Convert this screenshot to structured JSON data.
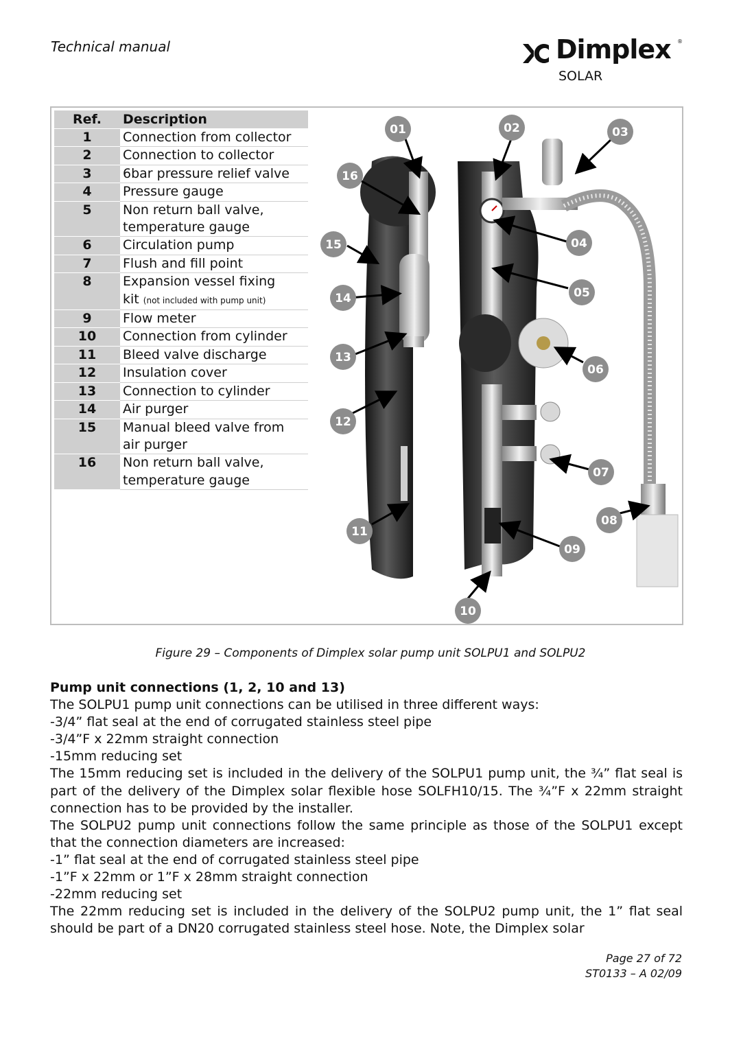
{
  "header": {
    "title": "Technical manual",
    "brand": "Dimplex",
    "brand_sub": "SOLAR"
  },
  "table": {
    "col_ref": "Ref.",
    "col_desc": "Description",
    "rows": [
      {
        "ref": "1",
        "desc": "Connection from collector",
        "desc2": "",
        "note": ""
      },
      {
        "ref": "2",
        "desc": "Connection to collector",
        "desc2": "",
        "note": ""
      },
      {
        "ref": "3",
        "desc": "6bar pressure relief valve",
        "desc2": "",
        "note": ""
      },
      {
        "ref": "4",
        "desc": "Pressure gauge",
        "desc2": "",
        "note": ""
      },
      {
        "ref": "5",
        "desc": "Non return ball valve,",
        "desc2": "temperature gauge",
        "note": ""
      },
      {
        "ref": "6",
        "desc": "Circulation pump",
        "desc2": "",
        "note": ""
      },
      {
        "ref": "7",
        "desc": "Flush and fill point",
        "desc2": "",
        "note": ""
      },
      {
        "ref": "8",
        "desc": "Expansion vessel fixing",
        "desc2": "kit",
        "note": "(not included with pump unit)"
      },
      {
        "ref": "9",
        "desc": "Flow meter",
        "desc2": "",
        "note": ""
      },
      {
        "ref": "10",
        "desc": "Connection from cylinder",
        "desc2": "",
        "note": ""
      },
      {
        "ref": "11",
        "desc": "Bleed valve discharge",
        "desc2": "",
        "note": ""
      },
      {
        "ref": "12",
        "desc": "Insulation cover",
        "desc2": "",
        "note": ""
      },
      {
        "ref": "13",
        "desc": "Connection to cylinder",
        "desc2": "",
        "note": ""
      },
      {
        "ref": "14",
        "desc": "Air purger",
        "desc2": "",
        "note": ""
      },
      {
        "ref": "15",
        "desc": "Manual bleed valve from",
        "desc2": "air purger",
        "note": ""
      },
      {
        "ref": "16",
        "desc": "Non return ball valve,",
        "desc2": "temperature gauge",
        "note": ""
      }
    ]
  },
  "diagram": {
    "labels": [
      "01",
      "02",
      "03",
      "04",
      "05",
      "06",
      "07",
      "08",
      "09",
      "10",
      "11",
      "12",
      "13",
      "14",
      "15",
      "16"
    ]
  },
  "caption": "Figure 29 – Components of Dimplex solar pump unit SOLPU1 and SOLPU2",
  "section": {
    "heading": "Pump unit connections (1, 2, 10 and 13)",
    "p1": "The SOLPU1 pump unit connections can be utilised in three different ways:",
    "list1": [
      "-3/4” flat seal at the end of corrugated stainless steel pipe",
      "-3/4”F x 22mm straight connection",
      "-15mm reducing set"
    ],
    "p2": "The 15mm reducing set is included in the delivery of the SOLPU1 pump unit, the ¾” flat seal is part of the delivery of the Dimplex solar flexible hose SOLFH10/15. The ¾”F x 22mm straight connection has to be provided by the installer.",
    "p3": "The SOLPU2 pump unit connections follow the same principle as those of the SOLPU1 except that the connection diameters are increased:",
    "list2": [
      "-1” flat seal at the end of corrugated stainless steel pipe",
      "-1”F x 22mm or 1”F x 28mm straight connection",
      "-22mm reducing set"
    ],
    "p4": "The 22mm reducing set is included in the delivery of the SOLPU2 pump unit, the 1” flat seal should be part of a DN20 corrugated stainless steel hose. Note, the Dimplex solar"
  },
  "footer": {
    "page": "Page 27 of 72",
    "doc": "ST0133 – A 02/09"
  }
}
